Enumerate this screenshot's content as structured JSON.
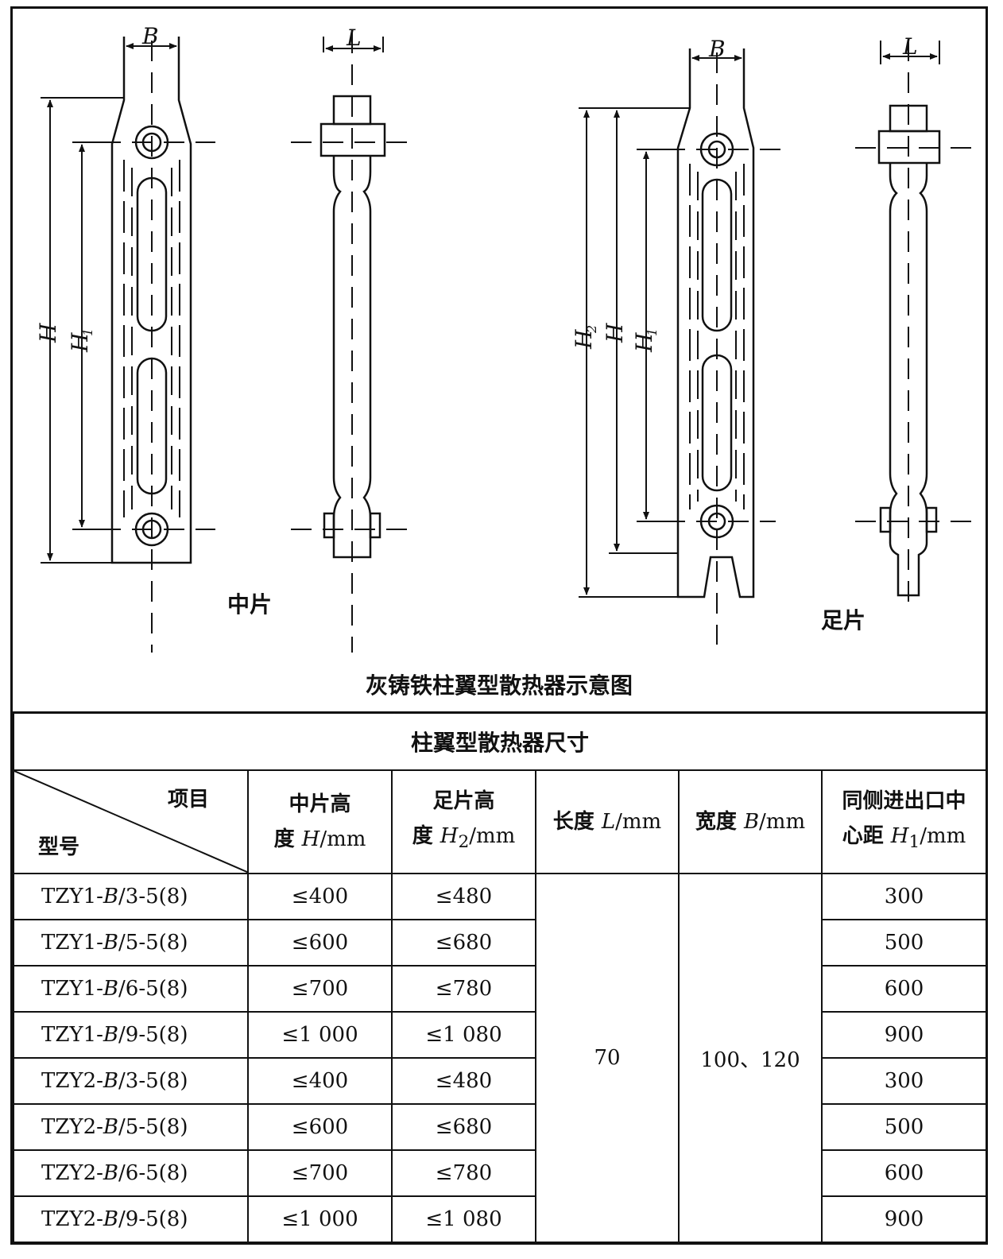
{
  "figure": {
    "caption": "灰铸铁柱翼型散热器示意图",
    "middle_label": "中片",
    "foot_label": "足片",
    "dims": {
      "B": "B",
      "L": "L",
      "H": "H",
      "H1": "H",
      "H1_sub": "1",
      "H2": "H",
      "H2_sub": "2"
    }
  },
  "table": {
    "title": "柱翼型散热器尺寸",
    "header": {
      "item": "项目",
      "model": "型号",
      "col_h_a": "中片高",
      "col_h_b": "度 ",
      "col_h_var": "H",
      "col_h_unit": "/mm",
      "col_h2_a": "足片高",
      "col_h2_b": "度 ",
      "col_h2_var": "H",
      "col_h2_sub": "2",
      "col_h2_unit": "/mm",
      "col_l_a": "长度 ",
      "col_l_var": "L",
      "col_l_unit": "/mm",
      "col_b_a": "宽度 ",
      "col_b_var": "B",
      "col_b_unit": "/mm",
      "col_h1_a": "同侧进出口中",
      "col_h1_b": "心距 ",
      "col_h1_var": "H",
      "col_h1_sub": "1",
      "col_h1_unit": "/mm"
    },
    "length_value": "70",
    "width_value": "100、120",
    "rows": [
      {
        "m1": "TZY1-",
        "mv": "B",
        "m2": "/3-5(8)",
        "h": "≤400",
        "h2": "≤480",
        "h1": "300"
      },
      {
        "m1": "TZY1-",
        "mv": "B",
        "m2": "/5-5(8)",
        "h": "≤600",
        "h2": "≤680",
        "h1": "500"
      },
      {
        "m1": "TZY1-",
        "mv": "B",
        "m2": "/6-5(8)",
        "h": "≤700",
        "h2": "≤780",
        "h1": "600"
      },
      {
        "m1": "TZY1-",
        "mv": "B",
        "m2": "/9-5(8)",
        "h": "≤1 000",
        "h2": "≤1 080",
        "h1": "900"
      },
      {
        "m1": "TZY2-",
        "mv": "B",
        "m2": "/3-5(8)",
        "h": "≤400",
        "h2": "≤480",
        "h1": "300"
      },
      {
        "m1": "TZY2-",
        "mv": "B",
        "m2": "/5-5(8)",
        "h": "≤600",
        "h2": "≤680",
        "h1": "500"
      },
      {
        "m1": "TZY2-",
        "mv": "B",
        "m2": "/6-5(8)",
        "h": "≤700",
        "h2": "≤780",
        "h1": "600"
      },
      {
        "m1": "TZY2-",
        "mv": "B",
        "m2": "/9-5(8)",
        "h": "≤1 000",
        "h2": "≤1 080",
        "h1": "900"
      }
    ]
  }
}
